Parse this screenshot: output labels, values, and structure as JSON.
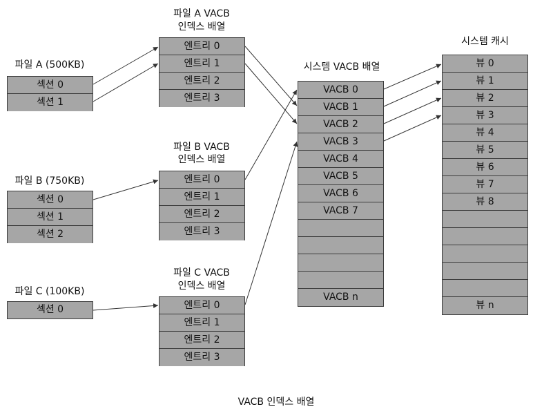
{
  "file_a": {
    "label": "파일 A (500KB)",
    "sections": [
      "섹션 0",
      "섹션 1"
    ]
  },
  "file_b": {
    "label": "파일 B (750KB)",
    "sections": [
      "섹션 0",
      "섹션 1",
      "섹션 2"
    ]
  },
  "file_c": {
    "label": "파일 C (100KB)",
    "sections": [
      "섹션 0"
    ]
  },
  "index_a": {
    "title1": "파일 A VACB",
    "title2": "인덱스 배열",
    "entries": [
      "엔트리 0",
      "엔트리 1",
      "엔트리 2",
      "엔트리 3"
    ]
  },
  "index_b": {
    "title1": "파일 B VACB",
    "title2": "인덱스 배열",
    "entries": [
      "엔트리 0",
      "엔트리 1",
      "엔트리 2",
      "엔트리 3"
    ]
  },
  "index_c": {
    "title1": "파일 C VACB",
    "title2": "인덱스 배열",
    "entries": [
      "엔트리 0",
      "엔트리 1",
      "엔트리 2",
      "엔트리 3"
    ]
  },
  "vacb_array": {
    "title": "시스템 VACB 배열",
    "cells": [
      "VACB 0",
      "VACB 1",
      "VACB 2",
      "VACB 3",
      "VACB 4",
      "VACB 5",
      "VACB 6",
      "VACB 7",
      "",
      "",
      "",
      "",
      "VACB n"
    ]
  },
  "system_cache": {
    "title": "시스템 캐시",
    "cells": [
      "뷰 0",
      "뷰 1",
      "뷰 2",
      "뷰 3",
      "뷰 4",
      "뷰 5",
      "뷰 6",
      "뷰 7",
      "뷰 8",
      "",
      "",
      "",
      "",
      "",
      "뷰 n"
    ]
  },
  "caption": "VACB 인덱스 배열",
  "colors": {
    "box_fill": "#a6a6a6",
    "border": "#3a3a3a",
    "arrow": "#333333"
  }
}
